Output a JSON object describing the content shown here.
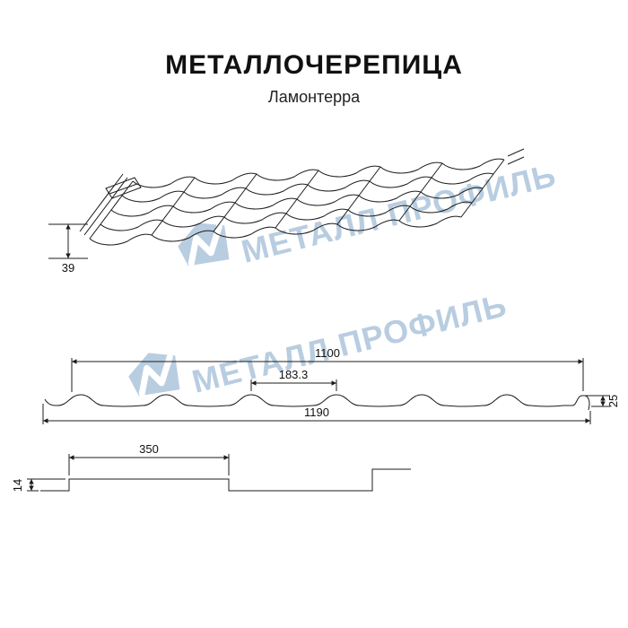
{
  "title": "МЕТАЛЛОЧЕРЕПИЦА",
  "subtitle": "Ламонтерра",
  "watermark": {
    "text": "МЕТАЛЛ ПРОФИЛЬ",
    "icon": "metall-profil-logo",
    "color": "#b9cde1"
  },
  "line_color": "#1c1c1c",
  "dims": {
    "eave_height": "39",
    "cover_width": "1100",
    "wave_module_width": "183.3",
    "profile_height": "25",
    "sheet_width": "1190",
    "module_length": "350",
    "step_height": "14"
  }
}
